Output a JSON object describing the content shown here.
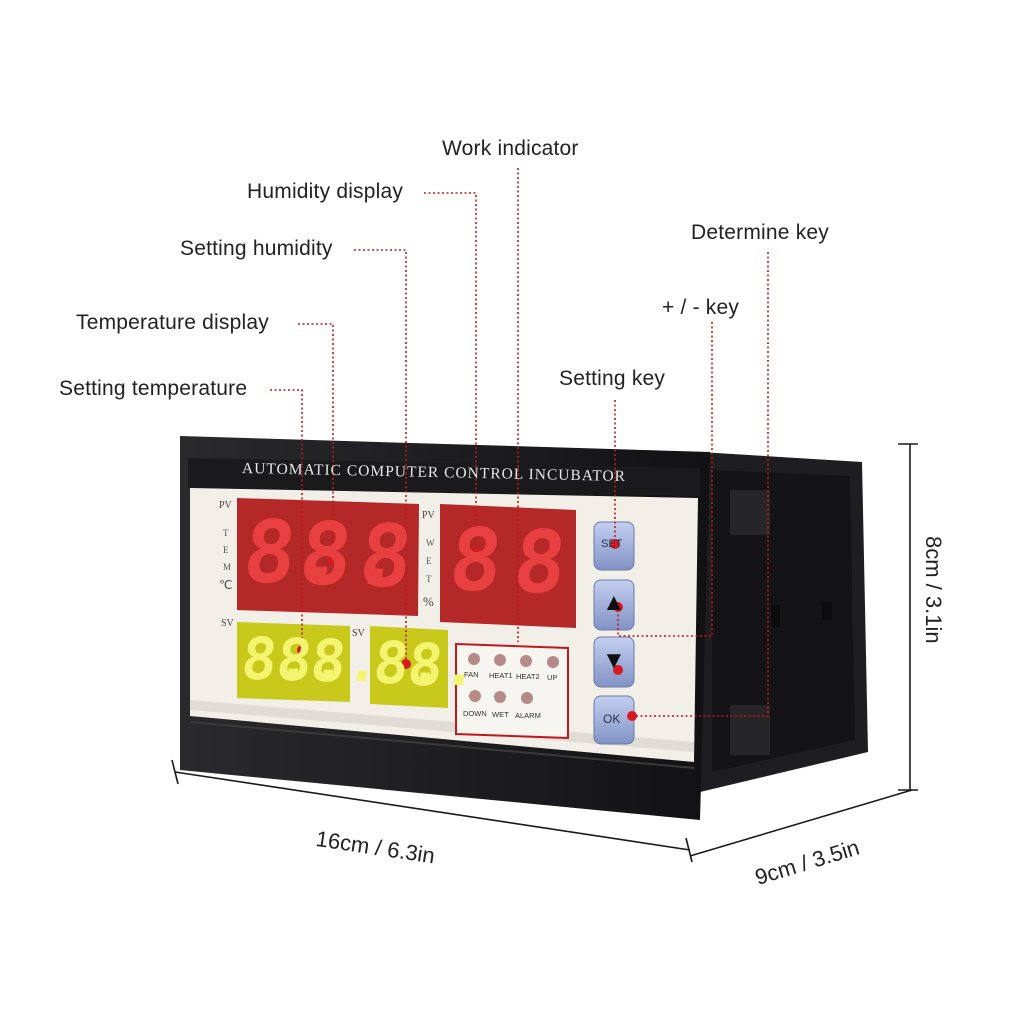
{
  "device": {
    "panel_title": "AUTOMATIC COMPUTER CONTROL INCUBATOR",
    "pv_label_temp": "PV",
    "pv_label_hum": "PV",
    "sv_label_temp": "SV",
    "sv_label_hum": "SV",
    "tem_letters": [
      "T",
      "E",
      "M"
    ],
    "temp_unit": "℃",
    "wet_letters": [
      "W",
      "E",
      "T"
    ],
    "hum_unit": "%",
    "temp_pv_digits": [
      "8.",
      "8.",
      "8"
    ],
    "hum_pv_digits": [
      "8",
      "8"
    ],
    "temp_sv_digits": [
      "8.",
      "8.",
      "8."
    ],
    "hum_sv_digits": [
      "8.",
      "8."
    ],
    "indicators_row1": [
      "FAN",
      "HEAT1",
      "HEAT2",
      "UP"
    ],
    "indicators_row2": [
      "DOWN",
      "WET",
      "ALARM"
    ],
    "keys": {
      "set": "SET",
      "up": "▲",
      "down": "▼",
      "ok": "OK"
    }
  },
  "callouts": {
    "work_indicator": "Work indicator",
    "humidity_display": "Humidity display",
    "setting_humidity": "Setting humidity",
    "temperature_display": "Temperature display",
    "setting_temperature": "Setting temperature",
    "determine_key": "Determine key",
    "plus_minus_key": "+ / - key",
    "setting_key": "Setting key"
  },
  "dimensions": {
    "width": "16cm / 6.3in",
    "height": "8cm / 3.1in",
    "depth": "9cm / 3.5in"
  },
  "colors": {
    "led_red_bg": "#b52828",
    "led_red_digit": "#e84040",
    "led_yellow_bg": "#d8d820",
    "led_yellow_digit": "#f4f470",
    "callout_line": "#c0181c",
    "key_blue": "#9fb0d8",
    "panel_bg": "#f1efe8",
    "bezel": "#1c1c1e"
  }
}
